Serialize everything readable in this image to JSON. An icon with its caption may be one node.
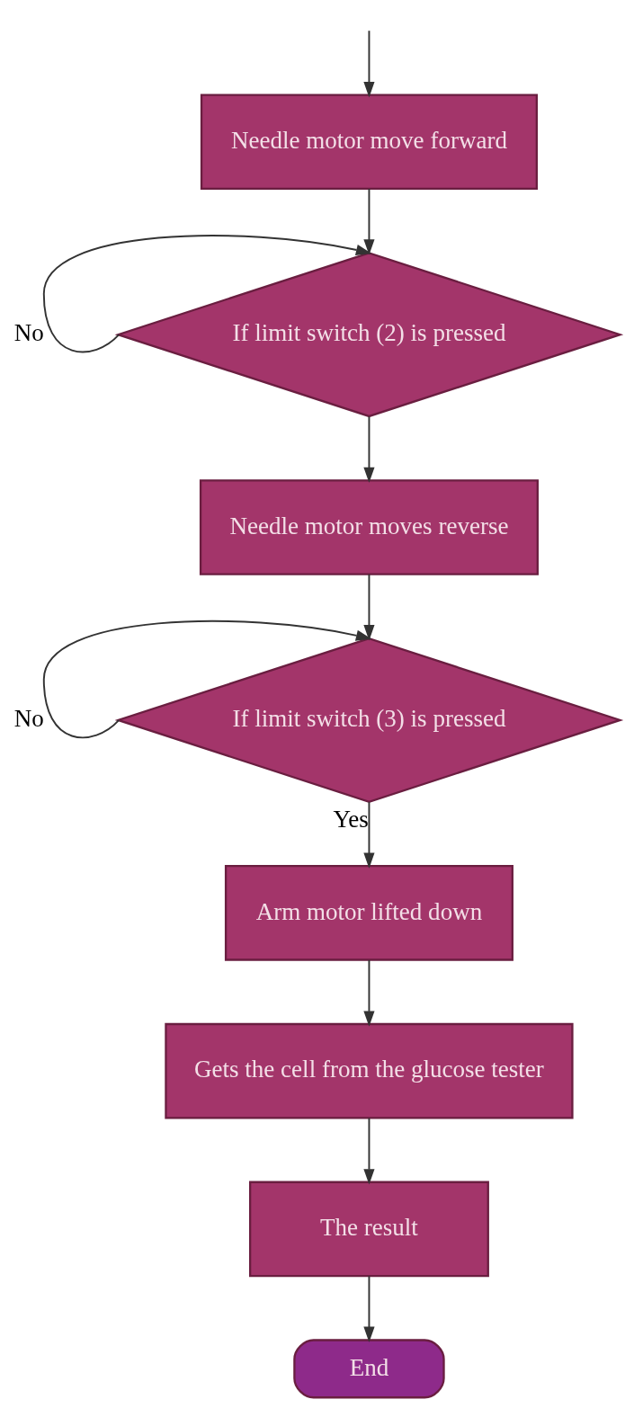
{
  "diagram": {
    "nodes": [
      {
        "text": [
          "Needle motor move forward"
        ]
      },
      {
        "text": [
          "If limit switch (2) is pressed"
        ]
      },
      {
        "text": [
          "Needle motor moves reverse"
        ]
      },
      {
        "text": [
          "If limit switch (3) is pressed"
        ]
      },
      {
        "text": [
          "Arm motor lifted down"
        ]
      },
      {
        "text": [
          "Gets the cell from the glucose tester"
        ]
      },
      {
        "text": [
          "The result"
        ]
      },
      {
        "text": [
          "End"
        ]
      }
    ],
    "edges": [
      {
        "from": null,
        "to": 0,
        "arrow": "to"
      },
      {
        "from": 0,
        "to": 1,
        "arrow": "to"
      },
      {
        "from": 1,
        "to": 1,
        "arrow": "to",
        "label": "No"
      },
      {
        "from": 1,
        "to": 2,
        "arrow": "to"
      },
      {
        "from": 2,
        "to": 3,
        "arrow": "to"
      },
      {
        "from": 3,
        "to": 3,
        "arrow": "to",
        "label": "No"
      },
      {
        "from": 3,
        "to": 4,
        "arrow": "to",
        "label": "Yes"
      },
      {
        "from": 4,
        "to": 5,
        "arrow": "to"
      },
      {
        "from": 5,
        "to": 6,
        "arrow": "to"
      },
      {
        "from": 6,
        "to": 7,
        "arrow": "to"
      }
    ]
  }
}
